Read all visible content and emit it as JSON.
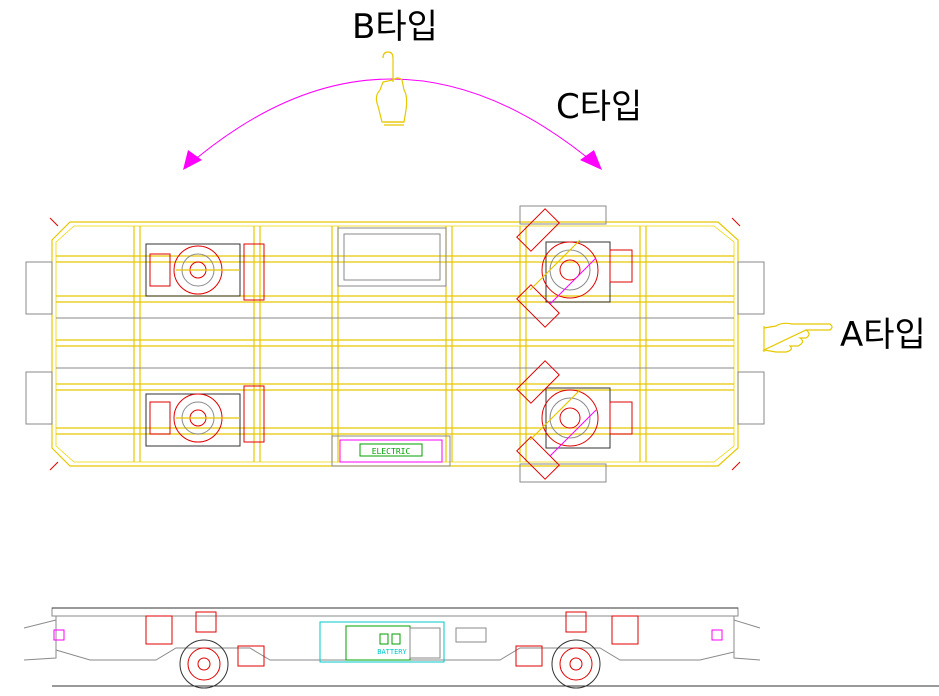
{
  "labels": {
    "type_b": "B타입",
    "type_c": "C타입",
    "type_a": "A타입",
    "electric_panel": "ELECTRIC",
    "battery_panel": "BATTERY"
  },
  "icons": {
    "type_b_pointer": "pointing-up-hand-icon",
    "type_a_pointer": "pointing-right-hand-icon"
  },
  "colors": {
    "frame": "#e6c800",
    "arrow": "#ff00ff",
    "wheel": "#e00000",
    "outline": "#8a8a8a",
    "battery": "#00c8c8"
  }
}
